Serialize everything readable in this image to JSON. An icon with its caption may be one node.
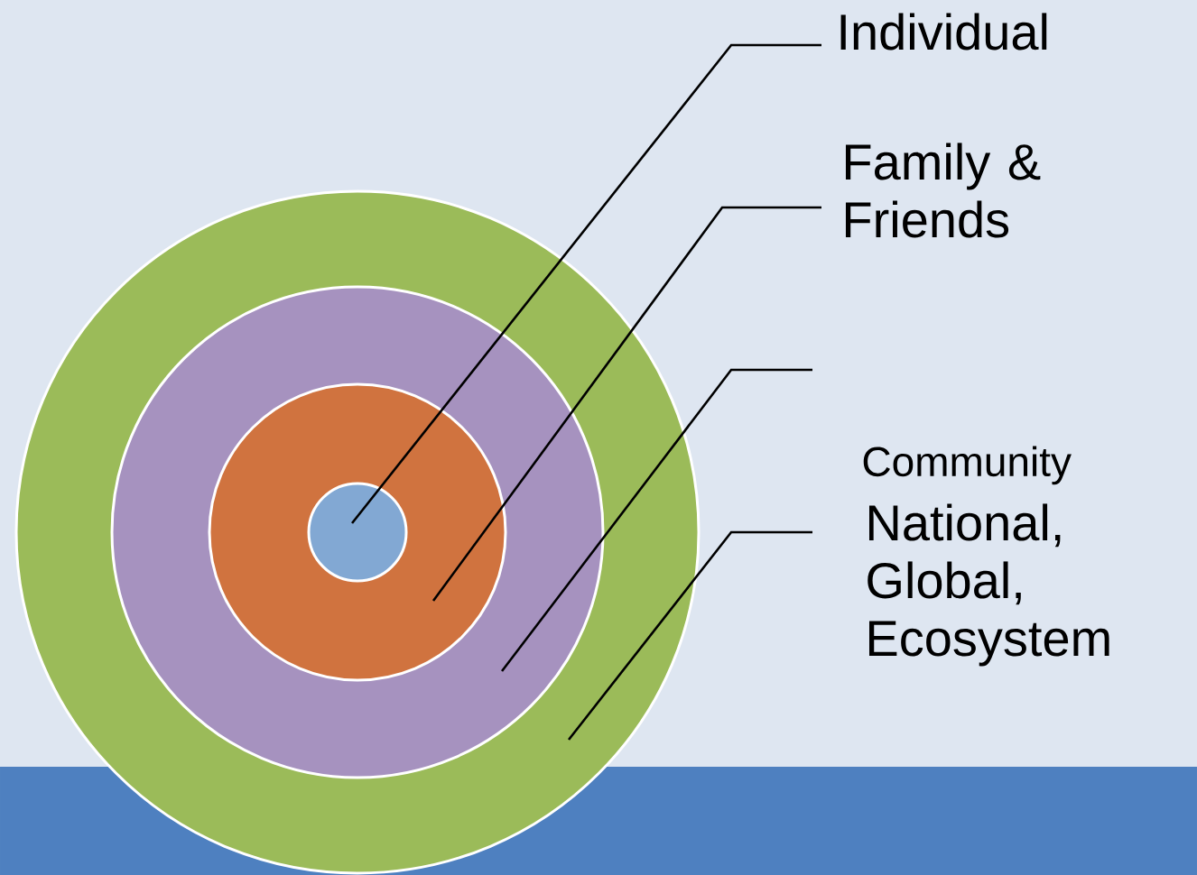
{
  "diagram": {
    "nodes": [
      {
        "text": [],
        "shape": "circle"
      },
      {
        "text": [],
        "shape": "circle",
        "in": 0
      },
      {
        "text": [],
        "shape": "circle",
        "in": 1
      },
      {
        "text": [],
        "shape": "circle",
        "in": 2
      },
      {
        "text": [
          "Individual"
        ]
      },
      {
        "text": [
          "Family & Friends"
        ]
      },
      {
        "text": [
          "Community"
        ]
      },
      {
        "text": [
          "National, Global, Ecosystem"
        ]
      }
    ],
    "edges": [
      {
        "from": 4,
        "to": 3,
        "arrow": "none"
      },
      {
        "from": 5,
        "to": 2,
        "arrow": "none"
      },
      {
        "from": 6,
        "to": 1,
        "arrow": "none"
      },
      {
        "from": 7,
        "to": 0,
        "arrow": "none"
      }
    ]
  }
}
